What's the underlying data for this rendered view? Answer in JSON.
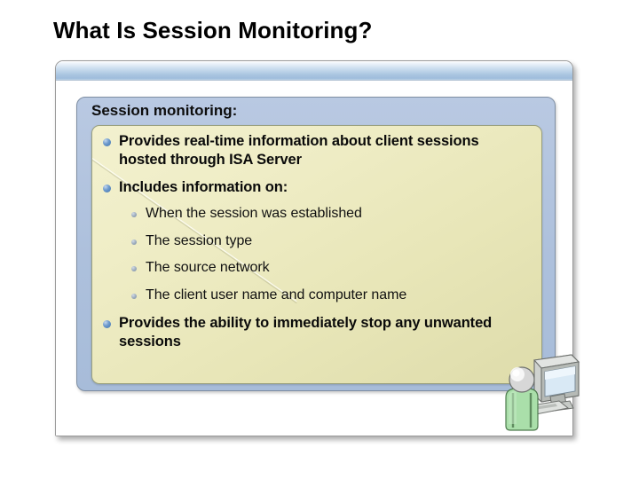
{
  "slide": {
    "title": "What Is Session Monitoring?"
  },
  "panel": {
    "heading": "Session monitoring:",
    "bullets": [
      {
        "level": 1,
        "text": "Provides real-time information about client sessions hosted through ISA Server"
      },
      {
        "level": 1,
        "text": "Includes information on:"
      },
      {
        "level": 2,
        "text": "When the session was established"
      },
      {
        "level": 2,
        "text": "The session type"
      },
      {
        "level": 2,
        "text": "The source network"
      },
      {
        "level": 2,
        "text": "The client user name and computer name"
      },
      {
        "level": 1,
        "text": "Provides the ability to immediately stop any unwanted sessions"
      }
    ]
  },
  "graphic": {
    "name": "person-at-computer-illustration",
    "person_body_color": "#a9dda9",
    "person_head_color": "#e8e8e8",
    "monitor_bezel_color": "#b9bcb9",
    "monitor_screen_color": "#d8e8f4"
  },
  "theme": {
    "title_color": "#000000",
    "window_border": "#9a9a9a",
    "titlebar_blue": "#a8c4e0",
    "blue_panel": "#adc0dc",
    "blue_panel_border": "#7e8ea3",
    "cream_panel_top": "#f3f1cf",
    "cream_panel_bottom": "#dedcab",
    "cream_panel_border": "#9aa07e",
    "bullet_level1_color": "#3f72ad",
    "bullet_level2_color": "#7d8ea3"
  }
}
